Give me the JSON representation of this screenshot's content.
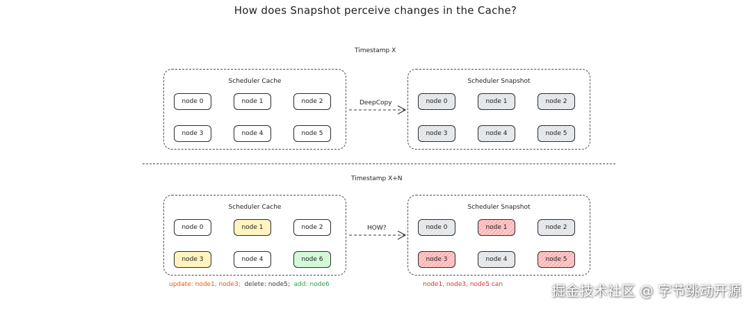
{
  "title": "How does Snapshot perceive changes in the Cache?",
  "top": {
    "timestamp": "Timestamp X",
    "cache": {
      "title": "Scheduler Cache",
      "nodes": [
        "node 0",
        "node 1",
        "node 2",
        "node 3",
        "node 4",
        "node 5"
      ]
    },
    "arrow_label": "DeepCopy",
    "snapshot": {
      "title": "Scheduler Snapshot",
      "nodes": [
        "node 0",
        "node 1",
        "node 2",
        "node 3",
        "node 4",
        "node 5"
      ]
    }
  },
  "bottom": {
    "timestamp": "Timestamp X+N",
    "cache": {
      "title": "Scheduler Cache",
      "nodes": [
        "node 0",
        "node 1",
        "node 2",
        "node 3",
        "node 4",
        "node 6"
      ]
    },
    "arrow_label": "HOW?",
    "snapshot": {
      "title": "Scheduler Snapshot",
      "nodes": [
        "node 0",
        "node 1",
        "node 2",
        "node 3",
        "node 4",
        "node 5"
      ]
    },
    "legend": {
      "update": "update: node1, node3;",
      "delete": "delete: node5;",
      "add": "add: node6"
    },
    "snapshot_note": "node1, node3, node5 can"
  },
  "colors": {
    "updated": "#fff3bf",
    "added": "#d3f9d8",
    "snapshot_fill": "#e9ecef",
    "stale": "#ffc9c9",
    "update_text": "#e8590c",
    "add_text": "#2f9e44",
    "stale_text": "#e03131"
  },
  "watermark": "掘金技术社区 @ 字节跳动开源"
}
